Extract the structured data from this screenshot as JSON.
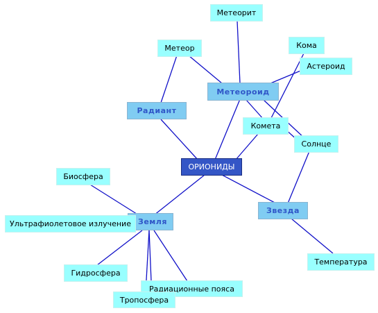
{
  "diagram": {
    "type": "mind-map",
    "colors": {
      "root_fill": "#3456c6",
      "main_fill": "#80ccf2",
      "main_text": "#2f56c8",
      "leaf_fill": "#99ffff",
      "link": "#1010c8"
    },
    "nodes": {
      "orionids": "ОРИОНИДЫ",
      "meteoroid": "Метеороид",
      "radiant": "Радиант",
      "zemlya": "Земля",
      "zvezda": "Звезда",
      "meteorit": "Метеорит",
      "meteor": "Метеор",
      "koma": "Кома",
      "asteroid": "Астероид",
      "kometa": "Комета",
      "solntse": "Солнце",
      "biosfera": "Биосфера",
      "uv": "Ультрафиолетовое излучение",
      "gidrosfera": "Гидросфера",
      "radiation_belts": "Радиационные пояса",
      "troposfera": "Тропосфера",
      "temperatura": "Температура"
    }
  }
}
